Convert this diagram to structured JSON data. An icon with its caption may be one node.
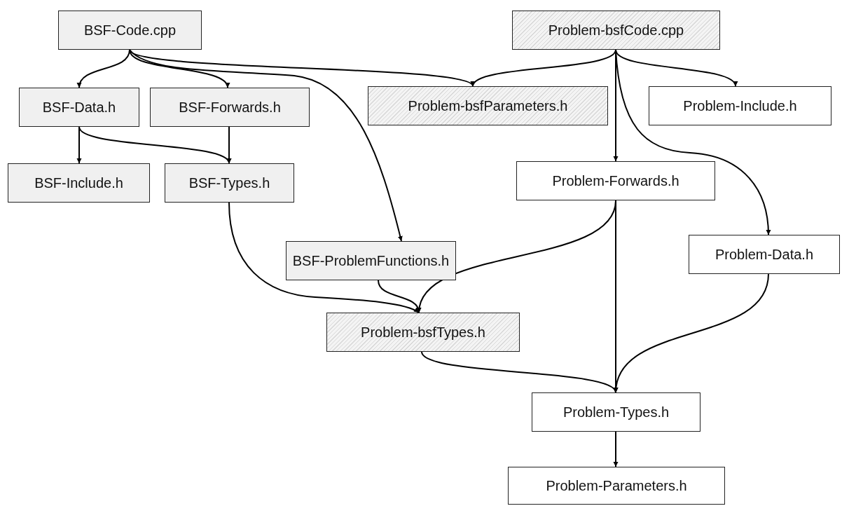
{
  "diagram": {
    "nodes": [
      {
        "text": [
          "BSF-Code.cpp"
        ]
      },
      {
        "text": [
          "Problem-bsfCode.cpp"
        ]
      },
      {
        "text": [
          "BSF-Data.h"
        ]
      },
      {
        "text": [
          "BSF-Forwards.h"
        ]
      },
      {
        "text": [
          "Problem-bsfParameters.h"
        ]
      },
      {
        "text": [
          "Problem-Include.h"
        ]
      },
      {
        "text": [
          "BSF-Include.h"
        ]
      },
      {
        "text": [
          "BSF-Types.h"
        ]
      },
      {
        "text": [
          "Problem-Forwards.h"
        ]
      },
      {
        "text": [
          "BSF-ProblemFunctions.h"
        ]
      },
      {
        "text": [
          "Problem-Data.h"
        ]
      },
      {
        "text": [
          "Problem-bsfTypes.h"
        ]
      },
      {
        "text": [
          "Problem-Types.h"
        ]
      },
      {
        "text": [
          "Problem-Parameters.h"
        ]
      }
    ],
    "edges": [
      {
        "from": 0,
        "to": 2,
        "arrow": "to"
      },
      {
        "from": 0,
        "to": 3,
        "arrow": "to"
      },
      {
        "from": 0,
        "to": 4,
        "arrow": "to"
      },
      {
        "from": 0,
        "to": 9,
        "arrow": "to"
      },
      {
        "from": 2,
        "to": 6,
        "arrow": "to"
      },
      {
        "from": 2,
        "to": 7,
        "arrow": "to"
      },
      {
        "from": 3,
        "to": 7,
        "arrow": "to"
      },
      {
        "from": 1,
        "to": 4,
        "arrow": "to"
      },
      {
        "from": 1,
        "to": 5,
        "arrow": "to"
      },
      {
        "from": 1,
        "to": 8,
        "arrow": "to"
      },
      {
        "from": 1,
        "to": 10,
        "arrow": "to"
      },
      {
        "from": 7,
        "to": 11,
        "arrow": "to"
      },
      {
        "from": 9,
        "to": 11,
        "arrow": "to"
      },
      {
        "from": 8,
        "to": 11,
        "arrow": "to"
      },
      {
        "from": 8,
        "to": 12,
        "arrow": "to"
      },
      {
        "from": 10,
        "to": 12,
        "arrow": "to"
      },
      {
        "from": 11,
        "to": 12,
        "arrow": "to"
      },
      {
        "from": 12,
        "to": 13,
        "arrow": "to"
      }
    ]
  }
}
